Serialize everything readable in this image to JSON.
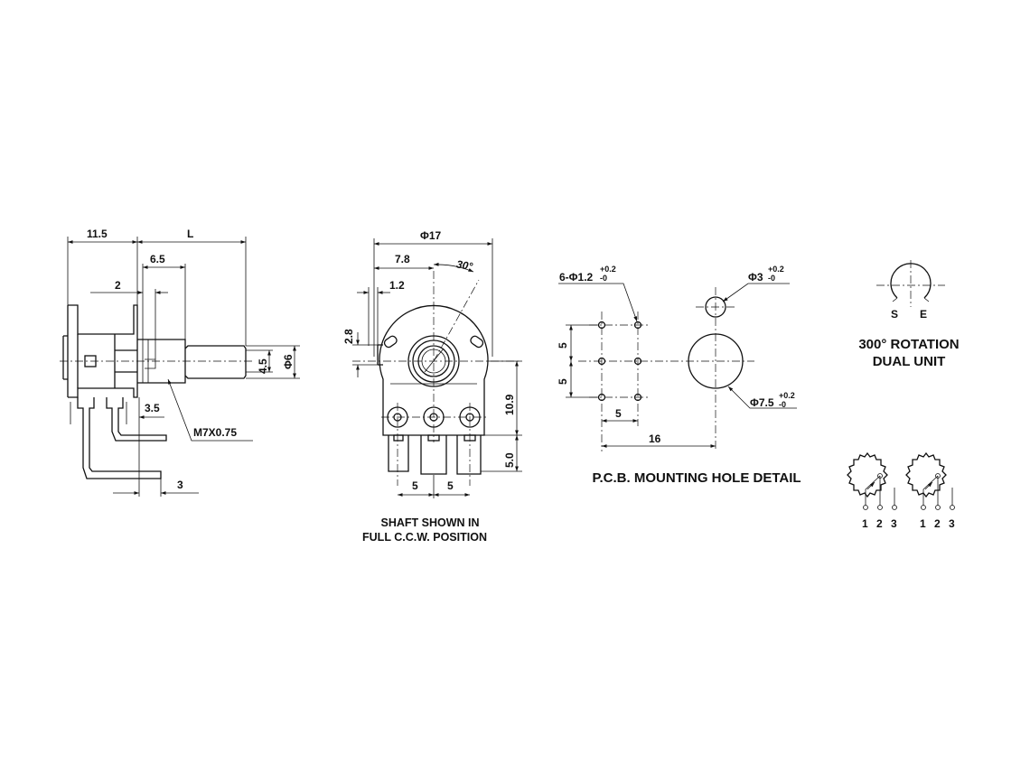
{
  "side_view": {
    "dim_overall_left": "11.5",
    "dim_length": "L",
    "dim_shaft_step": "6.5",
    "dim_flat": "2",
    "dim_shaft_d": "Φ6",
    "dim_flat_d": "4.5",
    "dim_pin_offset": "3.5",
    "dim_thread": "M7X0.75",
    "dim_bend": "3"
  },
  "front_view": {
    "dim_body_d": "Φ17",
    "dim_tab_offset": "7.8",
    "dim_tab_w": "1.2",
    "dim_angle": "30°",
    "dim_tab_h": "2.8",
    "dim_height": "10.9",
    "dim_pin_len": "5.0",
    "dim_pitch_1": "5",
    "dim_pitch_2": "5",
    "caption_line1": "SHAFT SHOWN IN",
    "caption_line2": "FULL C.C.W. POSITION"
  },
  "pcb_detail": {
    "small_holes_label": "6-Φ1.2",
    "small_holes_tol_plus": "+0.2",
    "small_holes_tol_minus": "-0",
    "locator_label": "Φ3",
    "locator_tol_plus": "+0.2",
    "locator_tol_minus": "-0",
    "shaft_hole_label": "Φ7.5",
    "shaft_hole_tol_plus": "+0.2",
    "shaft_hole_tol_minus": "-0",
    "dim_row_1": "5",
    "dim_row_2": "5",
    "dim_col": "5",
    "dim_span": "16",
    "title": "P.C.B. MOUNTING HOLE DETAIL"
  },
  "rotation": {
    "start_label": "S",
    "end_label": "E",
    "title_line1": "300° ROTATION",
    "title_line2": "DUAL UNIT"
  },
  "schematic": {
    "unit_a_pins": [
      "1",
      "2",
      "3"
    ],
    "unit_b_pins": [
      "1",
      "2",
      "3"
    ]
  }
}
